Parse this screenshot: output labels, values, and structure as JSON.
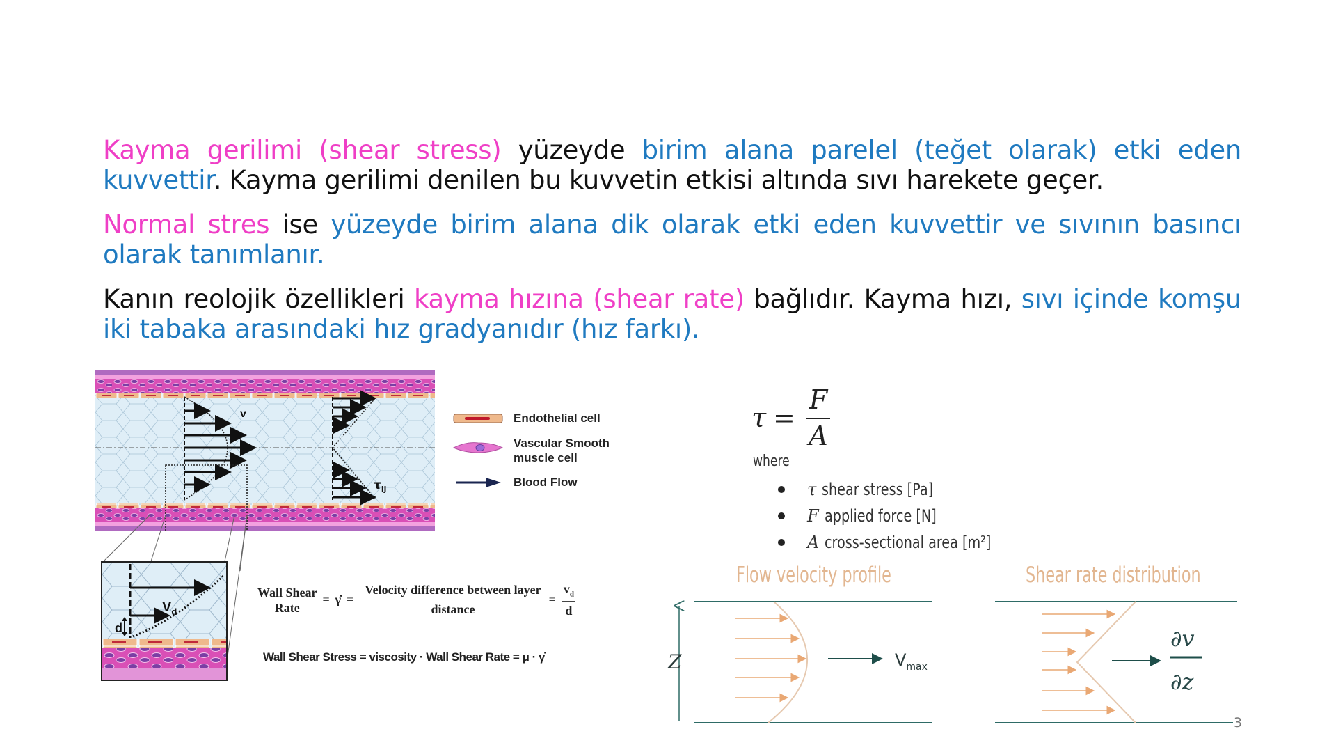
{
  "slide": {
    "page_number": "3",
    "paragraphs": [
      {
        "id": "p1",
        "segments": [
          {
            "text": "Kayma gerilimi (shear stress)",
            "color": "pink"
          },
          {
            "text": " yüzeyde ",
            "color": "black"
          },
          {
            "text": "birim alana parelel (teğet olarak) etki eden kuvvettir",
            "color": "blue"
          },
          {
            "text": ". Kayma gerilimi denilen bu kuvvetin etkisi altında sıvı harekete geçer.",
            "color": "black"
          }
        ]
      },
      {
        "id": "p2",
        "segments": [
          {
            "text": "Normal stres",
            "color": "pink"
          },
          {
            "text": " ise ",
            "color": "black"
          },
          {
            "text": "yüzeyde birim alana dik olarak etki eden kuvvettir ve sıvının basıncı olarak tanımlanır.",
            "color": "blue"
          }
        ]
      },
      {
        "id": "p3",
        "segments": [
          {
            "text": "Kanın reolojik özellikleri ",
            "color": "black"
          },
          {
            "text": "kayma hızına (shear rate)",
            "color": "pink"
          },
          {
            "text": " bağlıdır. Kayma hızı, ",
            "color": "black"
          },
          {
            "text": "sıvı içinde komşu iki tabaka arasındaki hız gradyanıdır (hız farkı).",
            "color": "blue"
          }
        ]
      }
    ],
    "colors": {
      "pink": "#ef3fc6",
      "blue": "#1f7ac0",
      "black": "#111111",
      "orange_title": "#e2b690",
      "teal_line": "#2e6b66"
    },
    "vessel_diagram": {
      "velocity_label": "v",
      "shear_label": "τ",
      "shear_subscript": "ij",
      "legend": [
        {
          "icon": "endothelial-cell-icon",
          "label": "Endothelial cell"
        },
        {
          "icon": "smooth-muscle-cell-icon",
          "label": "Vascular Smooth muscle cell"
        },
        {
          "icon": "blood-flow-arrow-icon",
          "label": "Blood Flow"
        }
      ],
      "inset": {
        "velocity_label": "V",
        "velocity_subscript": "d",
        "distance_label": "d"
      }
    },
    "wall_shear_rate": {
      "lhs_line1": "Wall Shear",
      "lhs_line2": "Rate",
      "eq": "=",
      "gamma_dot": "γ̇",
      "numerator": "Velocity difference between layer",
      "denominator": "distance",
      "v_num": "v",
      "v_sub": "d",
      "d_den": "d"
    },
    "wall_shear_stress": {
      "text": "Wall Shear Stress = viscosity · Wall Shear Rate =  μ · γ̇"
    },
    "tau_formula": {
      "lhs": "τ",
      "eq": "=",
      "numerator": "F",
      "denominator": "A",
      "where": "where",
      "definitions": [
        {
          "symbol": "τ",
          "text": "shear stress [Pa]"
        },
        {
          "symbol": "F",
          "text": "applied force [N]"
        },
        {
          "symbol": "A",
          "text": "cross-sectional area [m²]"
        }
      ]
    },
    "flow_velocity_profile": {
      "title": "Flow velocity profile",
      "axis_label": "Z",
      "vmax_label": "V",
      "vmax_sub": "max"
    },
    "shear_rate_distribution": {
      "title": "Shear rate distribution",
      "num": "∂v",
      "den": "∂z"
    }
  }
}
